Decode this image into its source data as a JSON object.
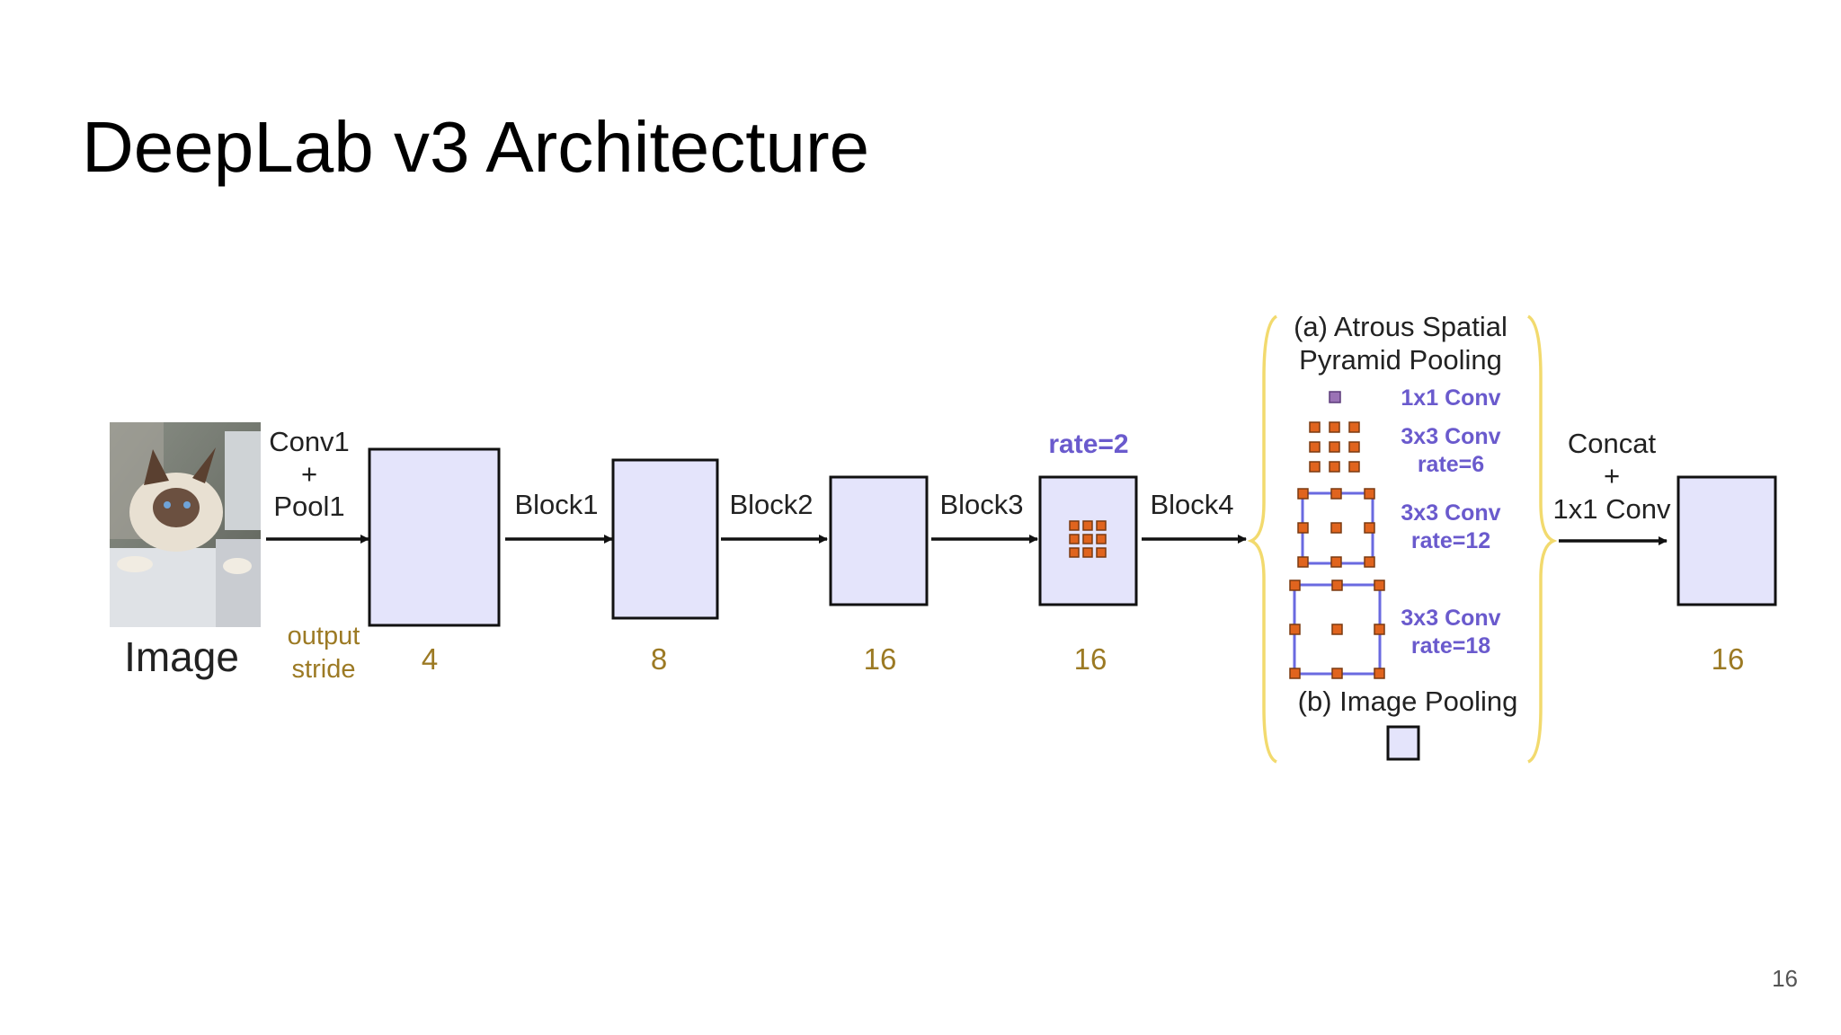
{
  "slide": {
    "title": "DeepLab v3 Architecture",
    "page_number": "16"
  },
  "diagram": {
    "image_label": "Image",
    "output_stride_label_1": "output",
    "output_stride_label_2": "stride",
    "stage1": {
      "op_line1": "Conv1",
      "op_line2": "+",
      "op_line3": "Pool1",
      "stride": "4"
    },
    "stage2": {
      "op": "Block1",
      "stride": "8"
    },
    "stage3": {
      "op": "Block2",
      "stride": "16"
    },
    "stage4": {
      "op": "Block3",
      "stride": "16",
      "rate": "rate=2"
    },
    "stage5": {
      "op": "Block4"
    },
    "aspp": {
      "title_line1": "(a) Atrous Spatial",
      "title_line2": "Pyramid Pooling",
      "branches": [
        {
          "label_line1": "1x1 Conv",
          "label_line2": ""
        },
        {
          "label_line1": "3x3 Conv",
          "label_line2": "rate=6"
        },
        {
          "label_line1": "3x3 Conv",
          "label_line2": "rate=12"
        },
        {
          "label_line1": "3x3 Conv",
          "label_line2": "rate=18"
        }
      ],
      "image_pooling": "(b) Image Pooling"
    },
    "final": {
      "op_line1": "Concat",
      "op_line2": "+",
      "op_line3": "1x1 Conv",
      "stride": "16"
    },
    "colors": {
      "block_fill": "#e4e4fb",
      "stride_text": "#9c7a24",
      "conv_label": "#6a5acd",
      "kernel_cell": "#e0641e",
      "brace": "#f2da6e"
    }
  }
}
